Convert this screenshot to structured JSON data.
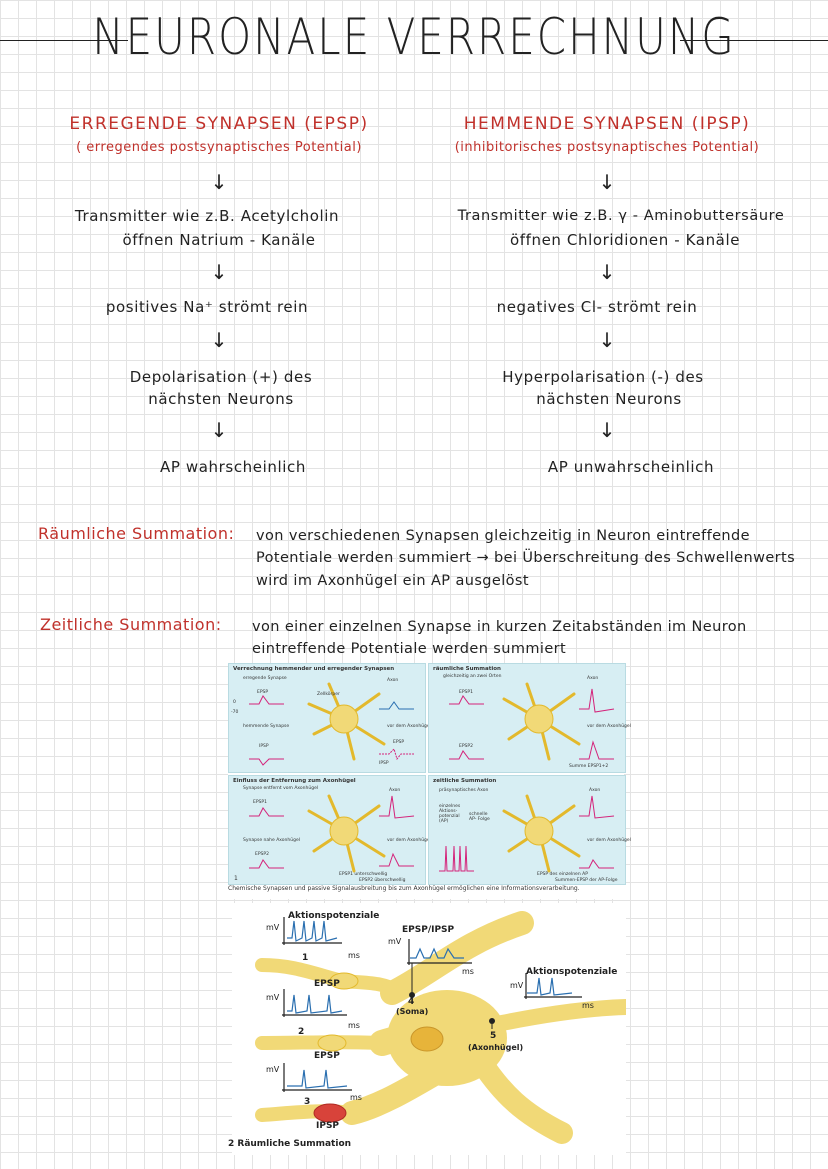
{
  "title": "NEURONALE VERRECHNUNG",
  "left": {
    "heading": "ERREGENDE SYNAPSEN (EPSP)",
    "subheading": "( erregendes postsynaptisches Potential)",
    "steps": [
      "Transmitter wie z.B. Acetylcholin",
      "öffnen Natrium - Kanäle",
      "positives Na⁺ strömt rein",
      "Depolarisation (+) des",
      "nächsten Neurons",
      "AP wahrscheinlich"
    ]
  },
  "right": {
    "heading": "HEMMENDE SYNAPSEN (IPSP)",
    "subheading": "(inhibitorisches postsynaptisches Potential)",
    "steps": [
      "Transmitter wie z.B. γ - Aminobuttersäure",
      "öffnen Chloridionen - Kanäle",
      "negatives Cl- strömt rein",
      "Hyperpolarisation (-) des",
      "nächsten Neurons",
      "AP unwahrscheinlich"
    ]
  },
  "arrow_glyph": "↓",
  "spatial": {
    "label": "Räumliche Summation:",
    "lines": [
      "von verschiedenen Synapsen gleichzeitig in Neuron eintreffende",
      "Potentiale werden summiert → bei Überschreitung des Schwellenwerts",
      "wird im Axonhügel ein AP ausgelöst"
    ]
  },
  "temporal": {
    "label": "Zeitliche Summation:",
    "lines": [
      "von einer einzelnen Synapse in kurzen Zeitabständen im Neuron",
      "eintreffende Potentiale werden summiert"
    ]
  },
  "figure1": {
    "panels": [
      {
        "title": "Verrechnung hemmender und erregender Synapsen",
        "labels": [
          "erregende Synapse",
          "EPSP",
          "Zellkörper",
          "hemmende Synapse",
          "IPSP",
          "Axon",
          "vor dem Axonhügel",
          "EPSP",
          "IPSP"
        ]
      },
      {
        "title": "räumliche Summation",
        "labels": [
          "gleichzeitig an zwei Orten",
          "EPSP1",
          "EPSP2",
          "Axon",
          "vor dem Axonhügel",
          "Summe EPSP1+2"
        ]
      },
      {
        "title": "Einfluss der Entfernung zum Axonhügel",
        "labels": [
          "Synapse entfernt vom Axonhügel",
          "EPSP1",
          "Synapse nahe Axonhügel",
          "EPSP2",
          "Axon",
          "vor dem Axonhügel",
          "EPSP1 unterschwellig",
          "EPSP2 überschwellig"
        ]
      },
      {
        "title": "zeitliche Summation",
        "labels": [
          "präsynaptisches Axon",
          "einzelnes Aktions- potenzial (AP)",
          "schnelle AP- Folge",
          "Axon",
          "vor dem Axonhügel",
          "EPSP des einzelnen AP",
          "Summen-EPSP der AP-Folge"
        ]
      }
    ],
    "axis_ticks": [
      "0",
      "-70"
    ],
    "number": "1",
    "caption": "Chemische Synapsen und passive Signalausbreitung bis zum Axonhügel ermöglichen eine Informationsverarbeitung."
  },
  "figure2": {
    "labels": {
      "ap_top": "Aktionspotenziale",
      "epsp_ipsp": "EPSP/IPSP",
      "ap_right": "Aktionspotenziale",
      "mv": "mV",
      "ms": "ms",
      "epsp": "EPSP",
      "ipsp": "IPSP",
      "soma": "(Soma)",
      "axonhuegel": "(Axonhügel)",
      "n1": "1",
      "n2": "2",
      "n3": "3",
      "n4": "4",
      "n5": "5"
    },
    "caption": "2  Räumliche Summation"
  },
  "colors": {
    "accent_red": "#c0312b",
    "neuron_yellow": "#f1d977",
    "panel_blue": "#d7eef3",
    "trace_blue": "#2a6fb0",
    "trace_magenta": "#d4237a"
  }
}
